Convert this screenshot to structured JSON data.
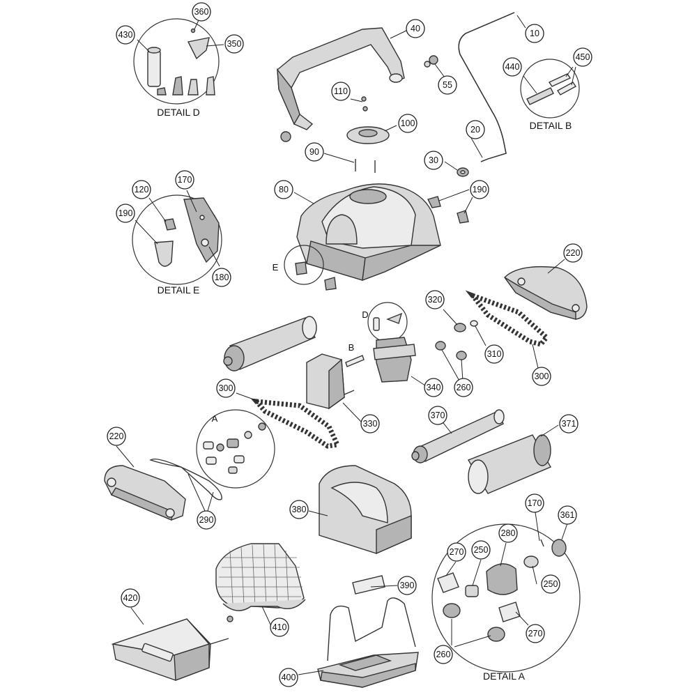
{
  "callouts": [
    {
      "id": "360",
      "label": "360"
    },
    {
      "id": "430",
      "label": "430"
    },
    {
      "id": "350",
      "label": "350"
    },
    {
      "id": "40",
      "label": "40"
    },
    {
      "id": "10",
      "label": "10"
    },
    {
      "id": "55",
      "label": "55"
    },
    {
      "id": "440",
      "label": "440"
    },
    {
      "id": "450",
      "label": "450"
    },
    {
      "id": "110",
      "label": "110"
    },
    {
      "id": "100",
      "label": "100"
    },
    {
      "id": "20",
      "label": "20"
    },
    {
      "id": "90",
      "label": "90"
    },
    {
      "id": "30",
      "label": "30"
    },
    {
      "id": "120",
      "label": "120"
    },
    {
      "id": "170",
      "label": "170"
    },
    {
      "id": "80",
      "label": "80"
    },
    {
      "id": "190a",
      "label": "190"
    },
    {
      "id": "190b",
      "label": "190"
    },
    {
      "id": "180",
      "label": "180"
    },
    {
      "id": "220a",
      "label": "220"
    },
    {
      "id": "320",
      "label": "320"
    },
    {
      "id": "310",
      "label": "310"
    },
    {
      "id": "300a",
      "label": "300"
    },
    {
      "id": "340",
      "label": "340"
    },
    {
      "id": "260a",
      "label": "260"
    },
    {
      "id": "300b",
      "label": "300"
    },
    {
      "id": "330",
      "label": "330"
    },
    {
      "id": "370",
      "label": "370"
    },
    {
      "id": "371",
      "label": "371"
    },
    {
      "id": "220b",
      "label": "220"
    },
    {
      "id": "290",
      "label": "290"
    },
    {
      "id": "380",
      "label": "380"
    },
    {
      "id": "170b",
      "label": "170"
    },
    {
      "id": "361",
      "label": "361"
    },
    {
      "id": "280",
      "label": "280"
    },
    {
      "id": "270a",
      "label": "270"
    },
    {
      "id": "250a",
      "label": "250"
    },
    {
      "id": "250b",
      "label": "250"
    },
    {
      "id": "420",
      "label": "420"
    },
    {
      "id": "410",
      "label": "410"
    },
    {
      "id": "390",
      "label": "390"
    },
    {
      "id": "270b",
      "label": "270"
    },
    {
      "id": "260b",
      "label": "260"
    },
    {
      "id": "400",
      "label": "400"
    }
  ],
  "detail_labels": {
    "d": "DETAIL D",
    "b": "DETAIL B",
    "e": "DETAIL E",
    "a": "DETAIL A"
  },
  "letters": {
    "e": "E",
    "d": "D",
    "b": "B",
    "a": "A"
  }
}
